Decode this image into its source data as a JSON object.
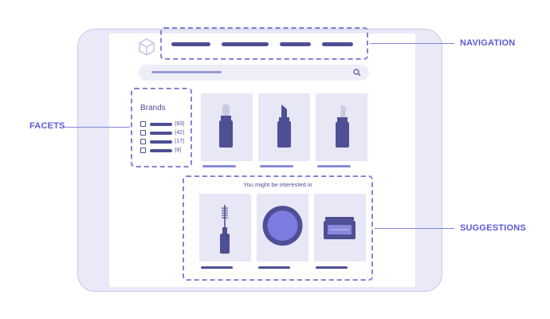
{
  "labels": {
    "navigation": "NAVIGATION",
    "facets": "FACETS",
    "suggestions": "SUGGESTIONS"
  },
  "facets": {
    "title": "Brands",
    "items": [
      {
        "count": "(83)"
      },
      {
        "count": "(42)"
      },
      {
        "count": "(17)"
      },
      {
        "count": "(8)"
      }
    ]
  },
  "suggestions": {
    "heading": "You might be interested in"
  },
  "icons": {
    "logo": "cube-icon",
    "search": "search-icon"
  },
  "colors": {
    "accent": "#5b5bd8",
    "dark": "#4f4f95",
    "card": "#e7e7f5",
    "frame": "#e9e9f7"
  }
}
